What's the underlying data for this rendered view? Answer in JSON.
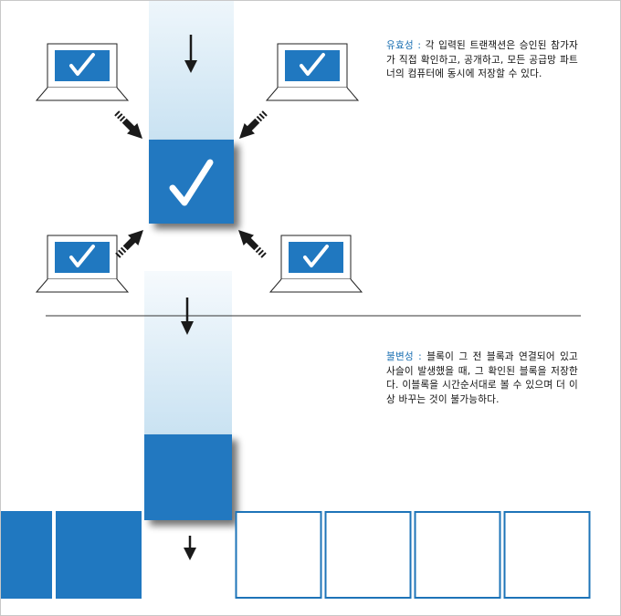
{
  "validity": {
    "label": "유효성",
    "colon": " : ",
    "body": "각 입력된 트랜잭션은 승인된 참가자가 직접 확인하고, 공개하고, 모든 공급망 파트너의 컴퓨터에 동시에 저장할 수 있다."
  },
  "immutability": {
    "label": "불변성",
    "colon": " : ",
    "body": "블록이 그 전 블록과 연결되어 있고 사슬이 발생했을 때, 그 확인된 블록을 저장한다. 이블록을 시간순서대로 볼 수 있으며 더 이상 바꾸는 것이 불가능하다."
  },
  "colors": {
    "block_blue": "#2078c0",
    "light_blue": "#c9e2f2",
    "outline_blue": "#1e74b8",
    "arrow": "#1a1a1a"
  },
  "icons": {
    "check": "check-mark-icon",
    "laptop": "laptop-icon",
    "arrow": "arrow-icon"
  },
  "chain": {
    "filled_blocks": 2,
    "empty_blocks": 4
  }
}
